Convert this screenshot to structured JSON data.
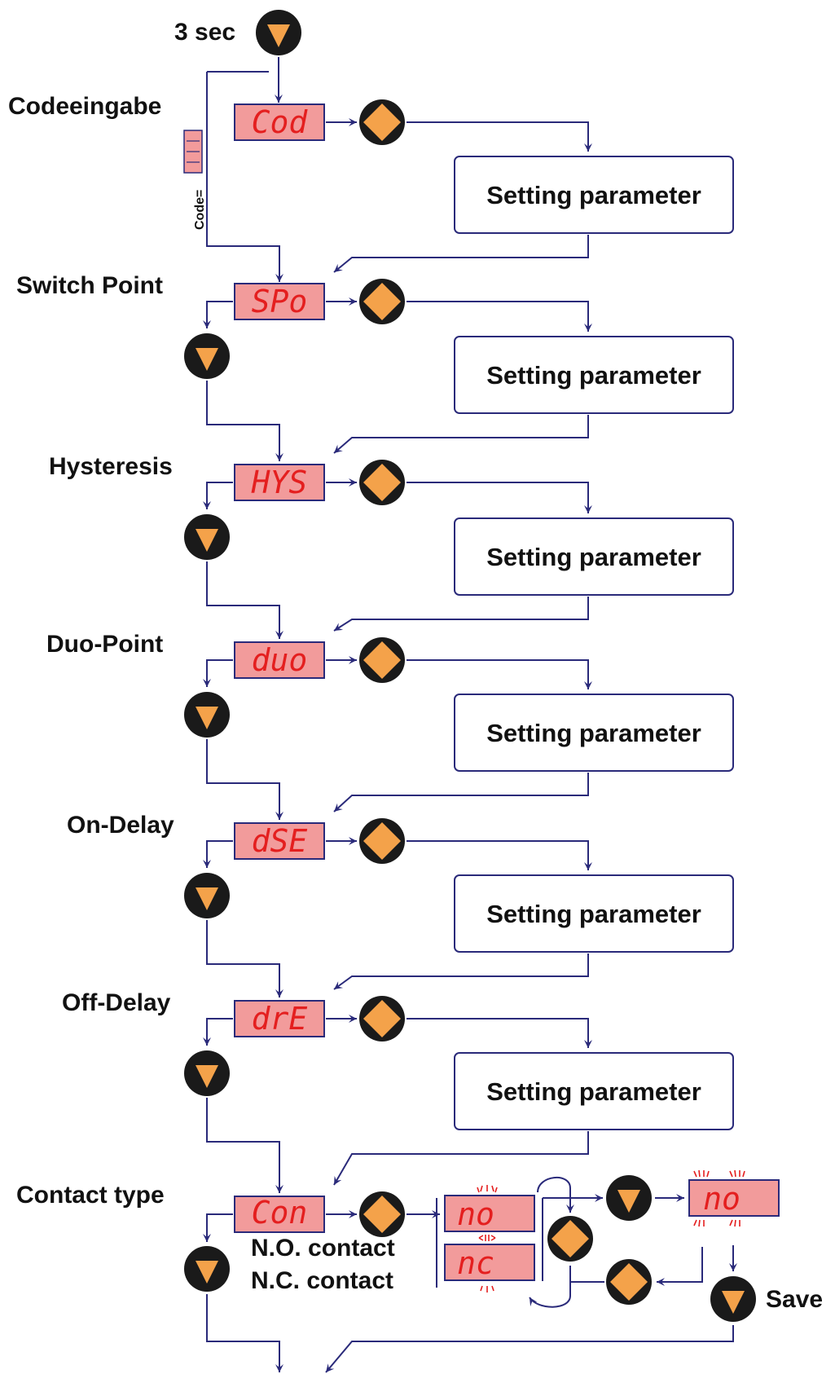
{
  "top_label": "3 sec",
  "code_side_label": "Code=",
  "save_label": "Save",
  "setting_box_text": "Setting parameter",
  "steps": [
    {
      "label": "Codeeingabe",
      "display": "Cod"
    },
    {
      "label": "Switch Point",
      "display": "SPo"
    },
    {
      "label": "Hysteresis",
      "display": "HYS"
    },
    {
      "label": "Duo-Point",
      "display": "duo"
    },
    {
      "label": "On-Delay",
      "display": "dSE"
    },
    {
      "label": "Off-Delay",
      "display": "drE"
    }
  ],
  "contact": {
    "label": "Contact type",
    "display": "Con",
    "no_label": "N.O. contact",
    "nc_label": "N.C. contact",
    "option_no": "no",
    "option_nc": "nc",
    "saved_display": "no"
  },
  "colors": {
    "display_bg": "#F29B9B",
    "display_text": "#E41F1F",
    "button_orange": "#F4A24A",
    "button_dark": "#1A1A1A",
    "line": "#2A2A7A"
  }
}
